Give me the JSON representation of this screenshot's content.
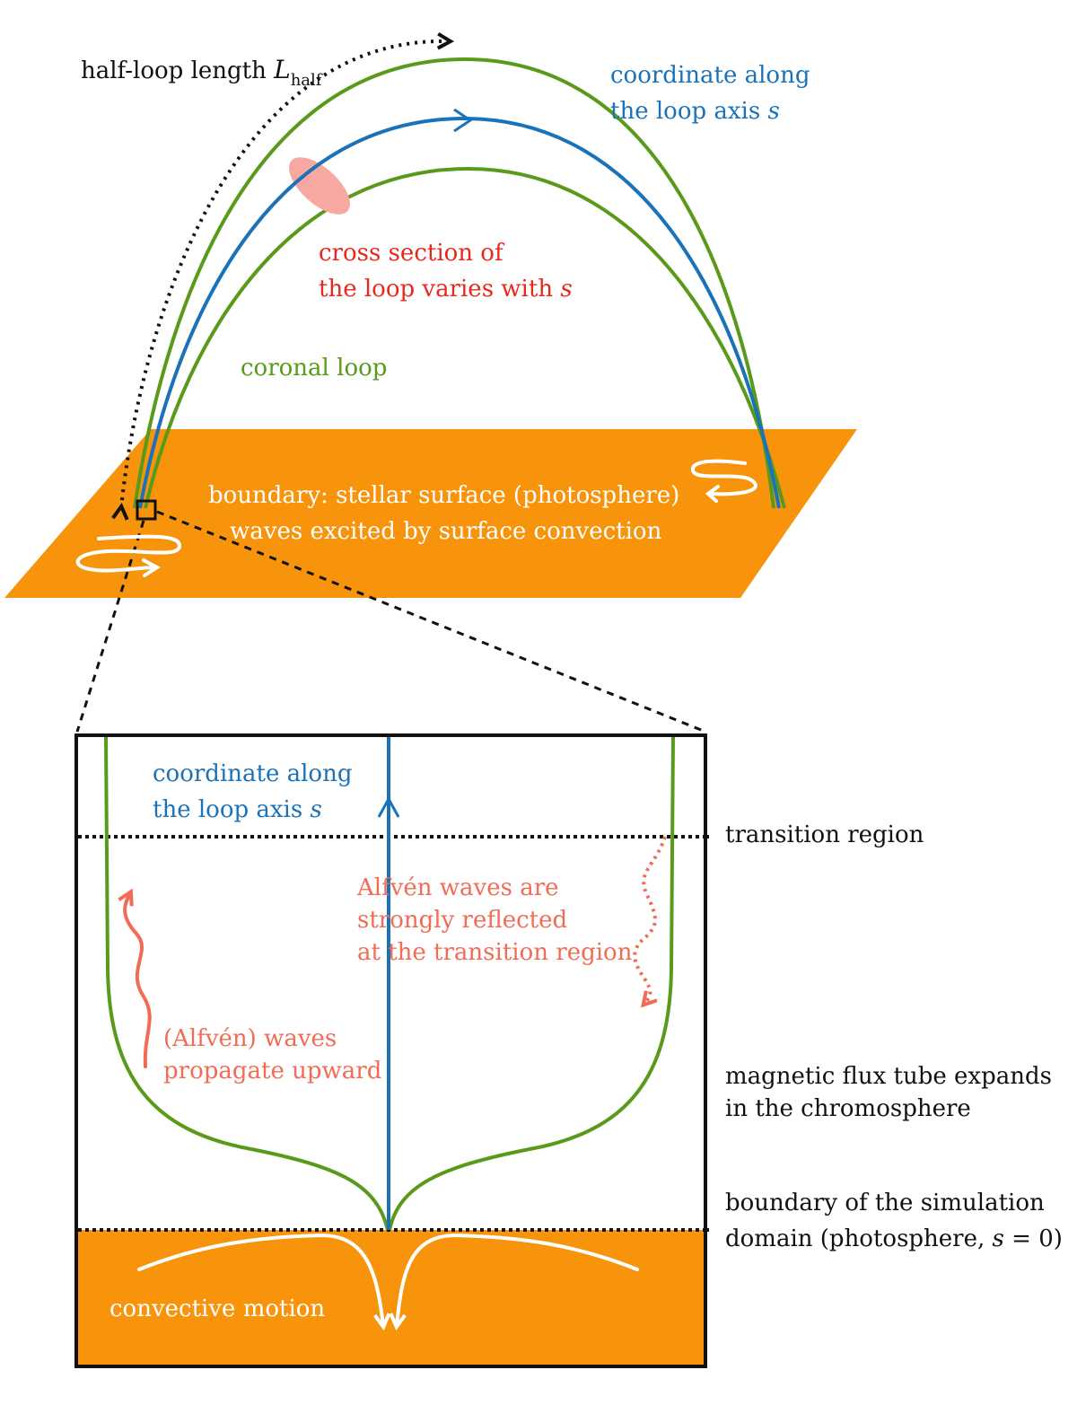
{
  "colors": {
    "loop_green": "#5a9a1a",
    "axis_blue": "#1a72b8",
    "cross_section_pink": "#f7a8a0",
    "cross_section_text": "#e8281c",
    "wave_salmon": "#f26b55",
    "surface_orange": "#f7940c",
    "text_black": "#111111",
    "text_white": "#ffffff"
  },
  "top_panel": {
    "half_loop": {
      "text": "half-loop length ",
      "symbol": "L",
      "subscript": "half"
    },
    "axis_coord": {
      "line1": "coordinate along",
      "line2_text": "the loop axis ",
      "line2_symbol": "s"
    },
    "cross_section": {
      "line1": "cross section of",
      "line2_text": "the loop varies with ",
      "line2_symbol": "s"
    },
    "coronal_loop": "coronal loop",
    "boundary": {
      "line1": "boundary: stellar surface (photosphere)",
      "line2": "waves excited by surface convection"
    }
  },
  "bottom_panel": {
    "axis_coord": {
      "line1": "coordinate along",
      "line2_text": "the loop axis ",
      "line2_symbol": "s"
    },
    "reflected": {
      "line1": "Alfvén waves are",
      "line2": "strongly reflected",
      "line3": "at the transition region"
    },
    "propagate": {
      "line1": "(Alfvén) waves",
      "line2": "propagate upward"
    },
    "convective": "convective motion"
  },
  "side_labels": {
    "transition": "transition region",
    "flux_tube": {
      "line1": "magnetic flux tube expands",
      "line2": "in the chromosphere"
    },
    "boundary": {
      "line1": "boundary of the simulation",
      "line2_text": "domain (photosphere, ",
      "line2_symbol": "s",
      "line2_end": " = 0)"
    }
  }
}
